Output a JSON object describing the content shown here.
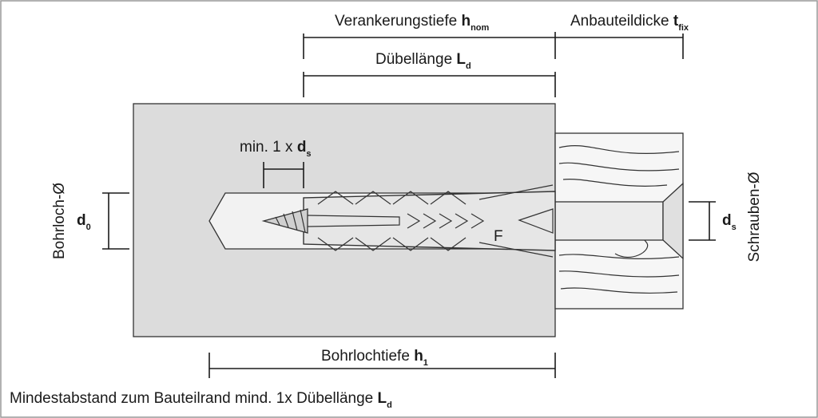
{
  "labels": {
    "hnom_text": "Verankerungstiefe ",
    "hnom_sym": "h",
    "hnom_sub": "nom",
    "tfix_text": "Anbauteildicke ",
    "tfix_sym": "t",
    "tfix_sub": "fix",
    "ld_text": "Dübellänge ",
    "ld_sym": "L",
    "ld_sub": "d",
    "min_text": "min. 1 x ",
    "min_sym": "d",
    "min_sub": "s",
    "bohrloch": "Bohrloch-Ø",
    "d0_sym": "d",
    "d0_sub": "0",
    "schrauben": "Schrauben-Ø",
    "ds_sym": "d",
    "ds_sub": "s",
    "h1_text": "Bohrlochtiefe ",
    "h1_sym": "h",
    "h1_sub": "1",
    "dowel_mark": "F",
    "footer_text": "Mindestabstand zum Bauteilrand mind. 1x Dübellänge ",
    "footer_sym": "L",
    "footer_sub": "d"
  },
  "colors": {
    "concrete": "#dcdcdc",
    "wood": "#f6f6f6",
    "dowel": "#e6e6e6",
    "line": "#1a1a1a"
  }
}
